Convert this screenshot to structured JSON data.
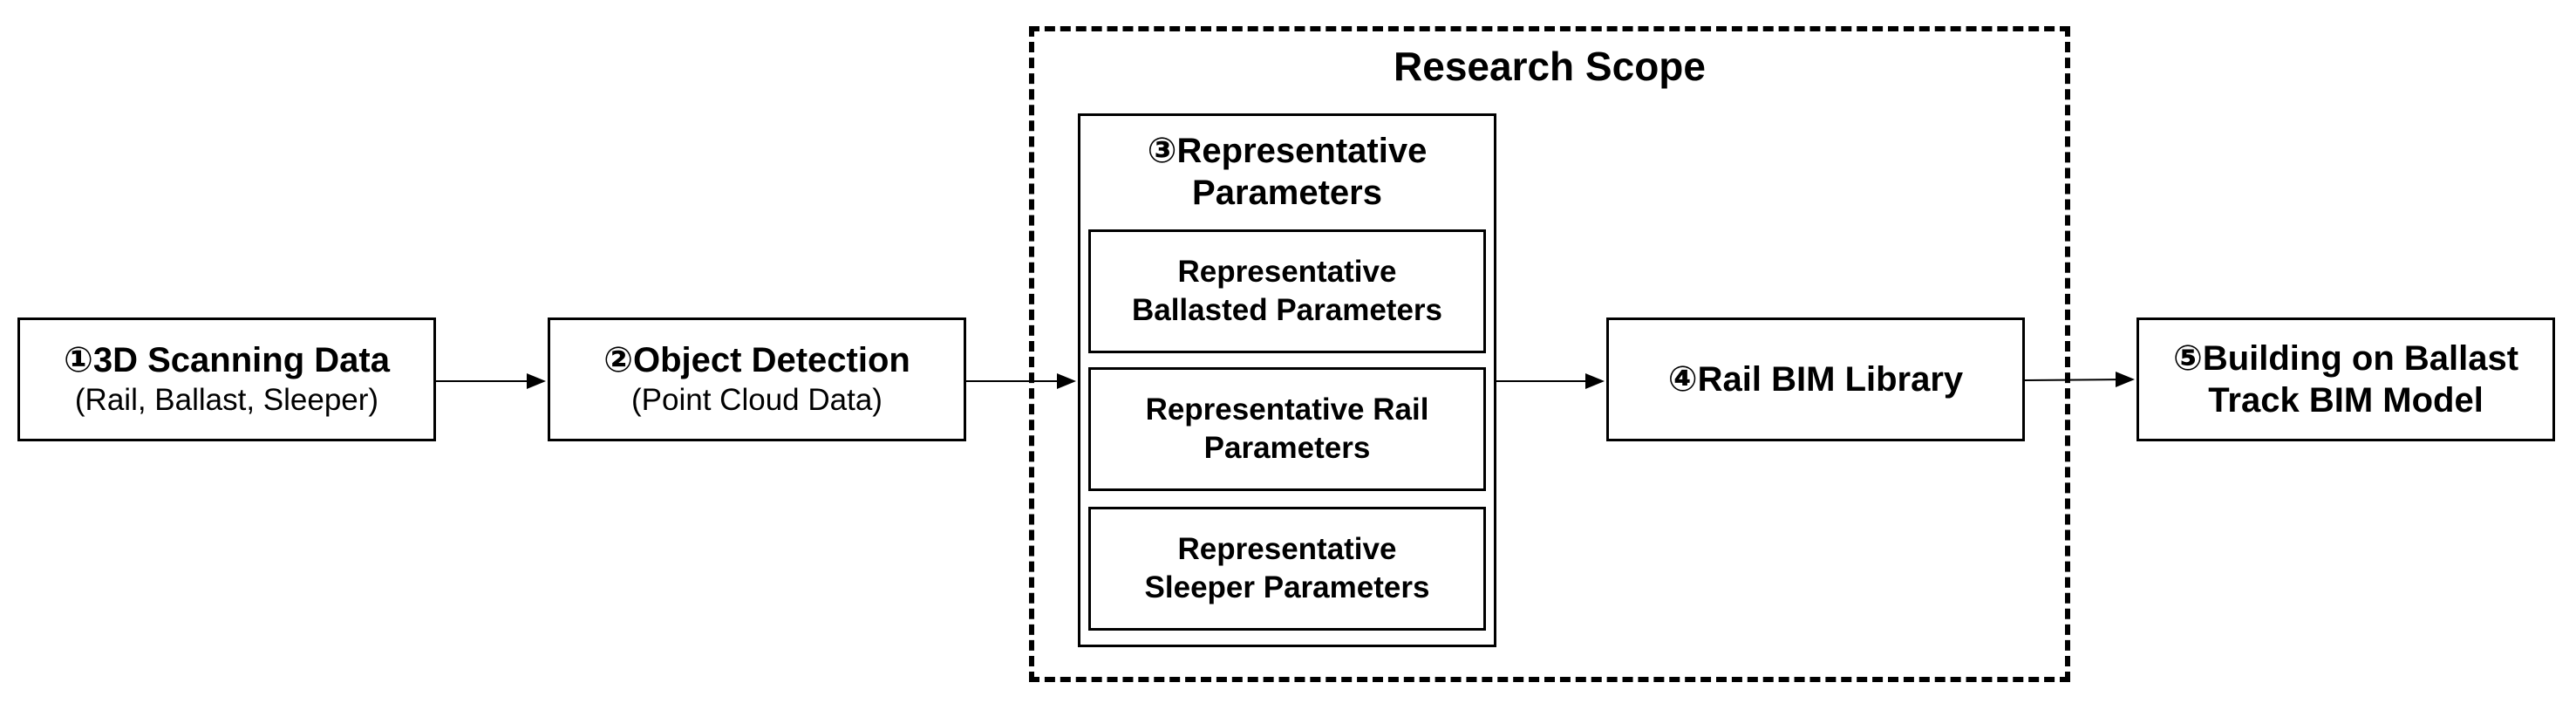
{
  "scope": {
    "title": "Research Scope"
  },
  "boxes": {
    "scanning": {
      "title": "①3D Scanning Data",
      "subtitle": "(Rail, Ballast, Sleeper)"
    },
    "detection": {
      "title": "②Object Detection",
      "subtitle": "(Point Cloud Data)"
    },
    "parameters": {
      "title_line1": "③Representative",
      "title_line2": "Parameters",
      "items": [
        {
          "line1": "Representative",
          "line2": "Ballasted Parameters"
        },
        {
          "line1": "Representative Rail",
          "line2": "Parameters"
        },
        {
          "line1": "Representative",
          "line2": "Sleeper Parameters"
        }
      ]
    },
    "library": {
      "title": "④Rail BIM Library"
    },
    "building": {
      "line1": "⑤Building on Ballast",
      "line2": "Track BIM Model"
    }
  }
}
